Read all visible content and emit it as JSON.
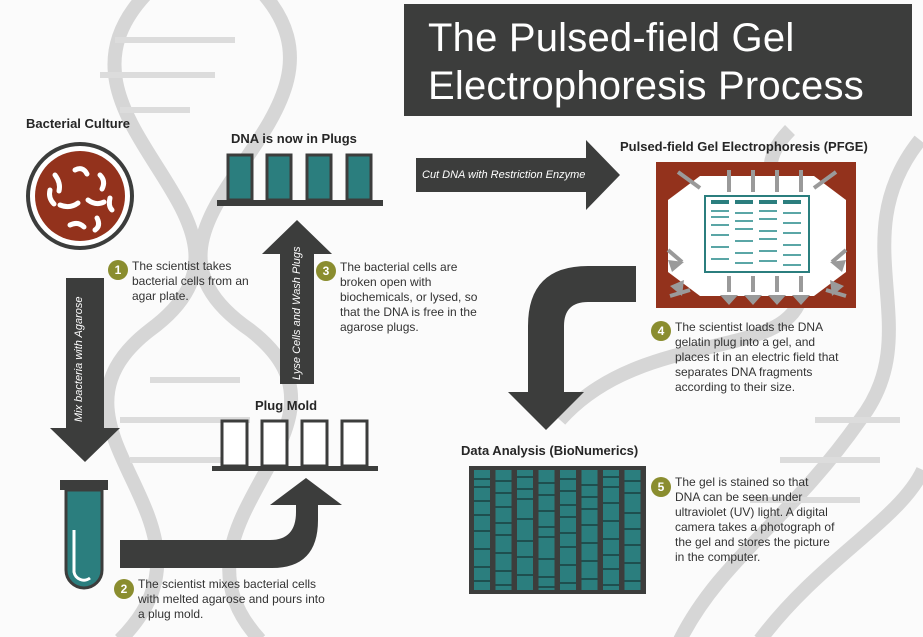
{
  "title": {
    "line1": "The Pulsed-field Gel",
    "line2": "Electrophoresis Process"
  },
  "headings": {
    "bacterial_culture": "Bacterial Culture",
    "dna_in_plugs": "DNA is now in Plugs",
    "pfge": "Pulsed-field Gel Electrophoresis (PFGE)",
    "plug_mold": "Plug Mold",
    "data_analysis": "Data Analysis (BioNumerics)"
  },
  "arrows": {
    "mix": "Mix bacteria with Agarose",
    "lyse": "Lyse Cells and Wash Plugs",
    "cut": "Cut DNA with Restriction Enzyme"
  },
  "steps": [
    {
      "number": "1",
      "text": "The scientist takes bacterial cells from an agar plate."
    },
    {
      "number": "2",
      "text": "The scientist mixes bacterial cells with melted agarose and pours into a plug mold."
    },
    {
      "number": "3",
      "text": "The bacterial cells are broken open with biochemicals, or lysed, so that the DNA is free in the agarose plugs."
    },
    {
      "number": "4",
      "text": "The scientist loads the DNA gelatin plug into a gel, and places it in an electric field that separates DNA fragments according to their size."
    },
    {
      "number": "5",
      "text": "The gel is stained so that DNA can be seen under ultraviolet (UV) light. A digital camera takes a photograph of the gel and stores the picture in the computer."
    }
  ],
  "colors": {
    "dark": "#3c3d3c",
    "teal": "#2b7e7e",
    "rust": "#93321c",
    "olive": "#8a8d2f",
    "helix": "#d4d4d4"
  }
}
